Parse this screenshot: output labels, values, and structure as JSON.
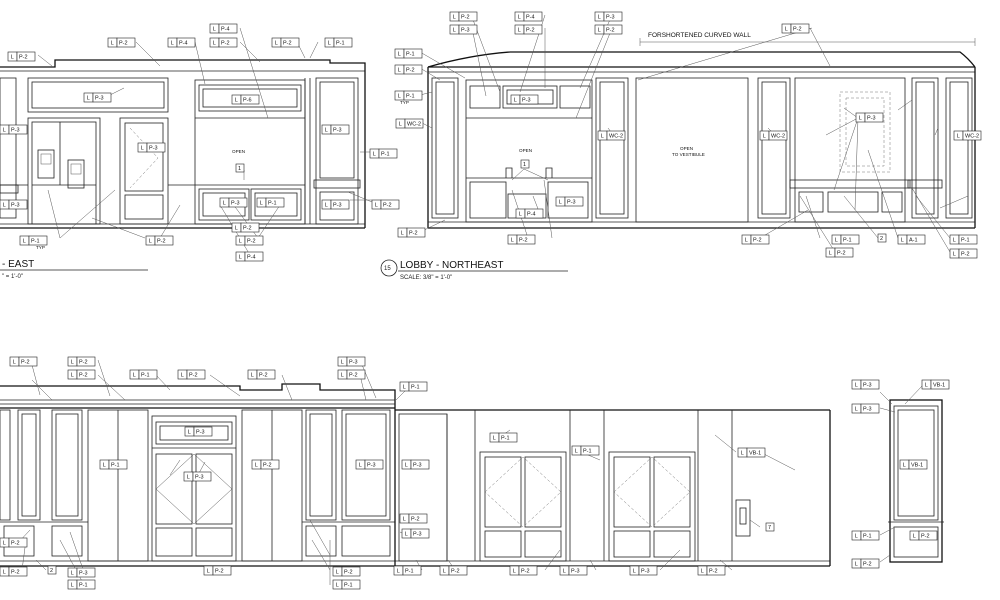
{
  "elevations": {
    "east": {
      "title": "- EAST",
      "scale": "\" = 1'-0\""
    },
    "northeast": {
      "number": "15",
      "title": "LOBBY - NORTHEAST",
      "scale": "SCALE: 3/8\" = 1'-0\"",
      "wall_note": "FORSHORTENED CURVED WALL"
    }
  },
  "notes": {
    "open": "OPEN",
    "open_vestibule_1": "OPEN",
    "open_vestibule_2": "TO VESTIBULE",
    "typ": "TYP"
  },
  "tags": [
    {
      "l": "L",
      "c": "P-2"
    },
    {
      "l": "L",
      "c": "P-4"
    },
    {
      "l": "L",
      "c": "P-2"
    },
    {
      "l": "L",
      "c": "P-4"
    },
    {
      "l": "L",
      "c": "P-2"
    },
    {
      "l": "L",
      "c": "P-2"
    },
    {
      "l": "L",
      "c": "P-1"
    },
    {
      "l": "L",
      "c": "P-3"
    },
    {
      "l": "L",
      "c": "P-6"
    },
    {
      "l": "L",
      "c": "P-3"
    },
    {
      "l": "L",
      "c": "P-3"
    },
    {
      "l": "L",
      "c": "P-3"
    },
    {
      "l": "L",
      "c": "P-3"
    },
    {
      "l": "L",
      "c": "P-1"
    },
    {
      "l": "L",
      "c": "P-2"
    },
    {
      "l": "L",
      "c": "P-1"
    },
    {
      "l": "L",
      "c": "P-2"
    },
    {
      "l": "L",
      "c": "P-3"
    },
    {
      "l": "L",
      "c": "P-3"
    },
    {
      "l": "L",
      "c": "P-2"
    },
    {
      "l": "L",
      "c": "P-4"
    },
    {
      "l": "L",
      "c": "P-1"
    },
    {
      "l": "L",
      "c": "P-2"
    },
    {
      "l": "L",
      "c": "P-2"
    },
    {
      "l": "L",
      "c": "P-3"
    },
    {
      "l": "L",
      "c": "P-4"
    },
    {
      "l": "L",
      "c": "P-2"
    },
    {
      "l": "L",
      "c": "P-3"
    },
    {
      "l": "L",
      "c": "P-2"
    },
    {
      "l": "L",
      "c": "P-2"
    },
    {
      "l": "L",
      "c": "P-1"
    },
    {
      "l": "L",
      "c": "P-2"
    },
    {
      "l": "L",
      "c": "P-1"
    },
    {
      "l": "L",
      "c": "WC-2"
    },
    {
      "l": "L",
      "c": "P-3"
    },
    {
      "l": "L",
      "c": "WC-2"
    },
    {
      "l": "L",
      "c": "WC-2"
    },
    {
      "l": "L",
      "c": "P-3"
    },
    {
      "l": "L",
      "c": "WC-2"
    },
    {
      "l": "L",
      "c": "P-4"
    },
    {
      "l": "L",
      "c": "P-3"
    },
    {
      "l": "L",
      "c": "P-2"
    },
    {
      "l": "L",
      "c": "P-2"
    },
    {
      "l": "L",
      "c": "P-2"
    },
    {
      "l": "L",
      "c": "P-1"
    },
    {
      "l": "L",
      "c": "P-2"
    },
    {
      "l": "L",
      "c": "A-1"
    },
    {
      "l": "L",
      "c": "P-1"
    },
    {
      "l": "L",
      "c": "P-2"
    },
    {
      "l": "L",
      "c": "P-2"
    },
    {
      "l": "L",
      "c": "P-2"
    },
    {
      "l": "L",
      "c": "P-2"
    },
    {
      "l": "L",
      "c": "P-3"
    },
    {
      "l": "L",
      "c": "P-2"
    },
    {
      "l": "L",
      "c": "P-1"
    },
    {
      "l": "L",
      "c": "P-2"
    },
    {
      "l": "L",
      "c": "P-2"
    },
    {
      "l": "L",
      "c": "P-1"
    },
    {
      "l": "L",
      "c": "P-3"
    },
    {
      "l": "L",
      "c": "P-3"
    },
    {
      "l": "L",
      "c": "P-1"
    },
    {
      "l": "L",
      "c": "P-2"
    },
    {
      "l": "L",
      "c": "P-3"
    },
    {
      "l": "L",
      "c": "P-2"
    },
    {
      "l": "L",
      "c": "P-3"
    },
    {
      "l": "L",
      "c": "P-1"
    },
    {
      "l": "L",
      "c": "P-2"
    },
    {
      "l": "L",
      "c": "P-1"
    },
    {
      "l": "L",
      "c": "P-2"
    },
    {
      "l": "L",
      "c": "P-3"
    },
    {
      "l": "L",
      "c": "P-1"
    },
    {
      "l": "L",
      "c": "P-3"
    },
    {
      "l": "L",
      "c": "P-2"
    },
    {
      "l": "L",
      "c": "P-2"
    },
    {
      "l": "L",
      "c": "P-1"
    },
    {
      "l": "L",
      "c": "P-2"
    },
    {
      "l": "L",
      "c": "P-1"
    },
    {
      "l": "L",
      "c": "P-2"
    },
    {
      "l": "L",
      "c": "P-3"
    },
    {
      "l": "L",
      "c": "P-3"
    },
    {
      "l": "L",
      "c": "P-2"
    },
    {
      "l": "L",
      "c": "VB-1"
    },
    {
      "l": "L",
      "c": "P-3"
    },
    {
      "l": "L",
      "c": "VB-1"
    },
    {
      "l": "L",
      "c": "P-3"
    },
    {
      "l": "L",
      "c": "VB-1"
    },
    {
      "l": "L",
      "c": "P-1"
    },
    {
      "l": "L",
      "c": "P-2"
    },
    {
      "l": "L",
      "c": "P-2"
    },
    {
      "l": "L",
      "c": "P-1"
    },
    {
      "l": "L",
      "c": "P-3"
    },
    {
      "l": "L",
      "c": "P-2"
    },
    {
      "l": "L",
      "c": "P-3"
    },
    {
      "l": "L",
      "c": "P-2"
    }
  ],
  "keynotes": [
    "1",
    "1",
    "2",
    "7",
    "2"
  ]
}
